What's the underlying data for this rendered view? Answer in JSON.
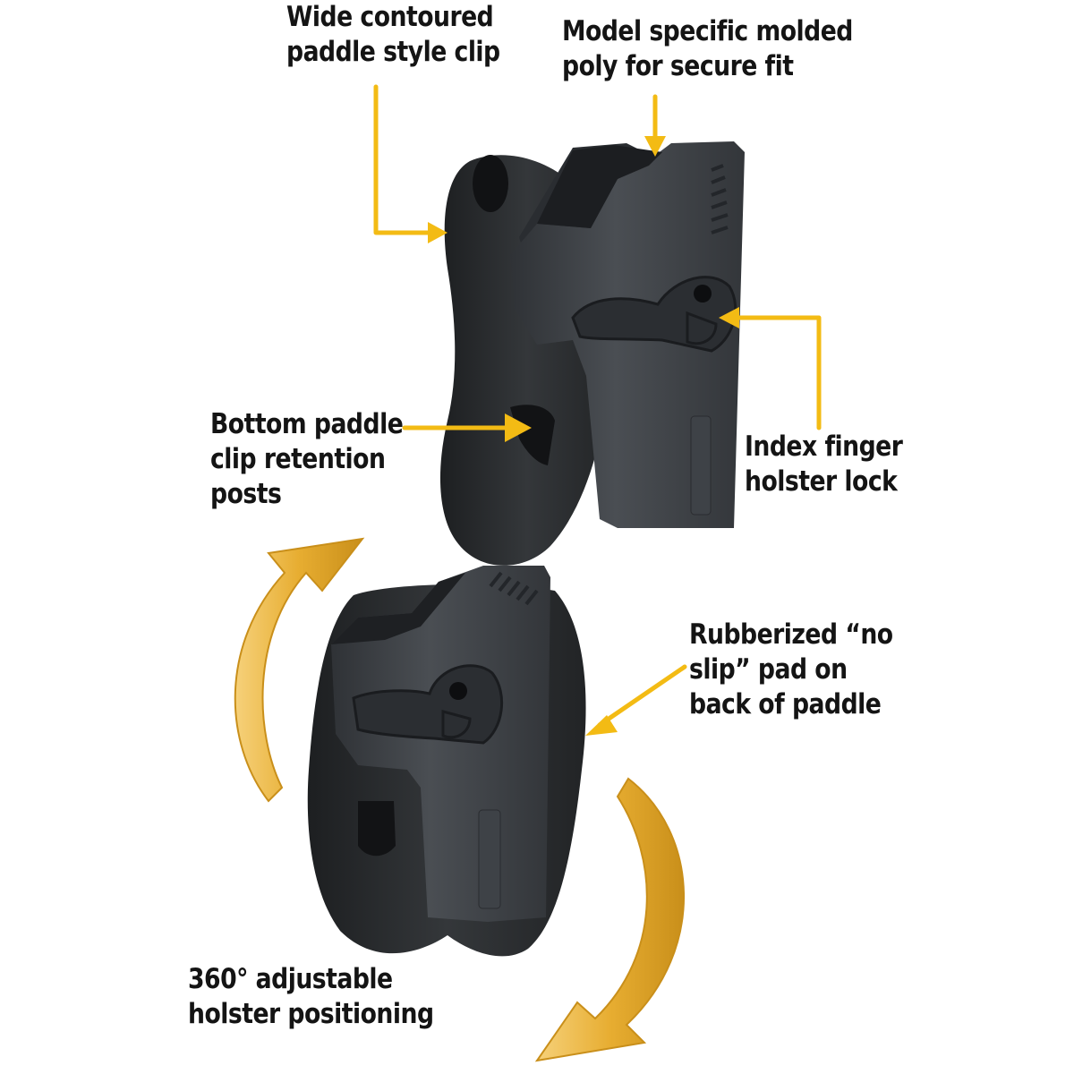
{
  "callouts": {
    "paddle_clip": [
      "Wide contoured",
      "paddle style  clip"
    ],
    "molded_poly": [
      "Model specific molded",
      "poly for secure fit"
    ],
    "retention_posts": [
      "Bottom  paddle",
      "clip retention",
      "posts"
    ],
    "finger_lock": [
      "Index finger",
      "holster lock"
    ],
    "no_slip_pad": [
      "Rubberized “no",
      "slip” pad on",
      "back of paddle"
    ],
    "rotation": [
      "360° adjustable",
      "holster positioning"
    ]
  },
  "colors": {
    "arrow": "#f3bb14",
    "rotation_arrow": "#e2a72c",
    "holster": "#3b3e43",
    "paddle": "#26282b",
    "text": "#141414"
  }
}
